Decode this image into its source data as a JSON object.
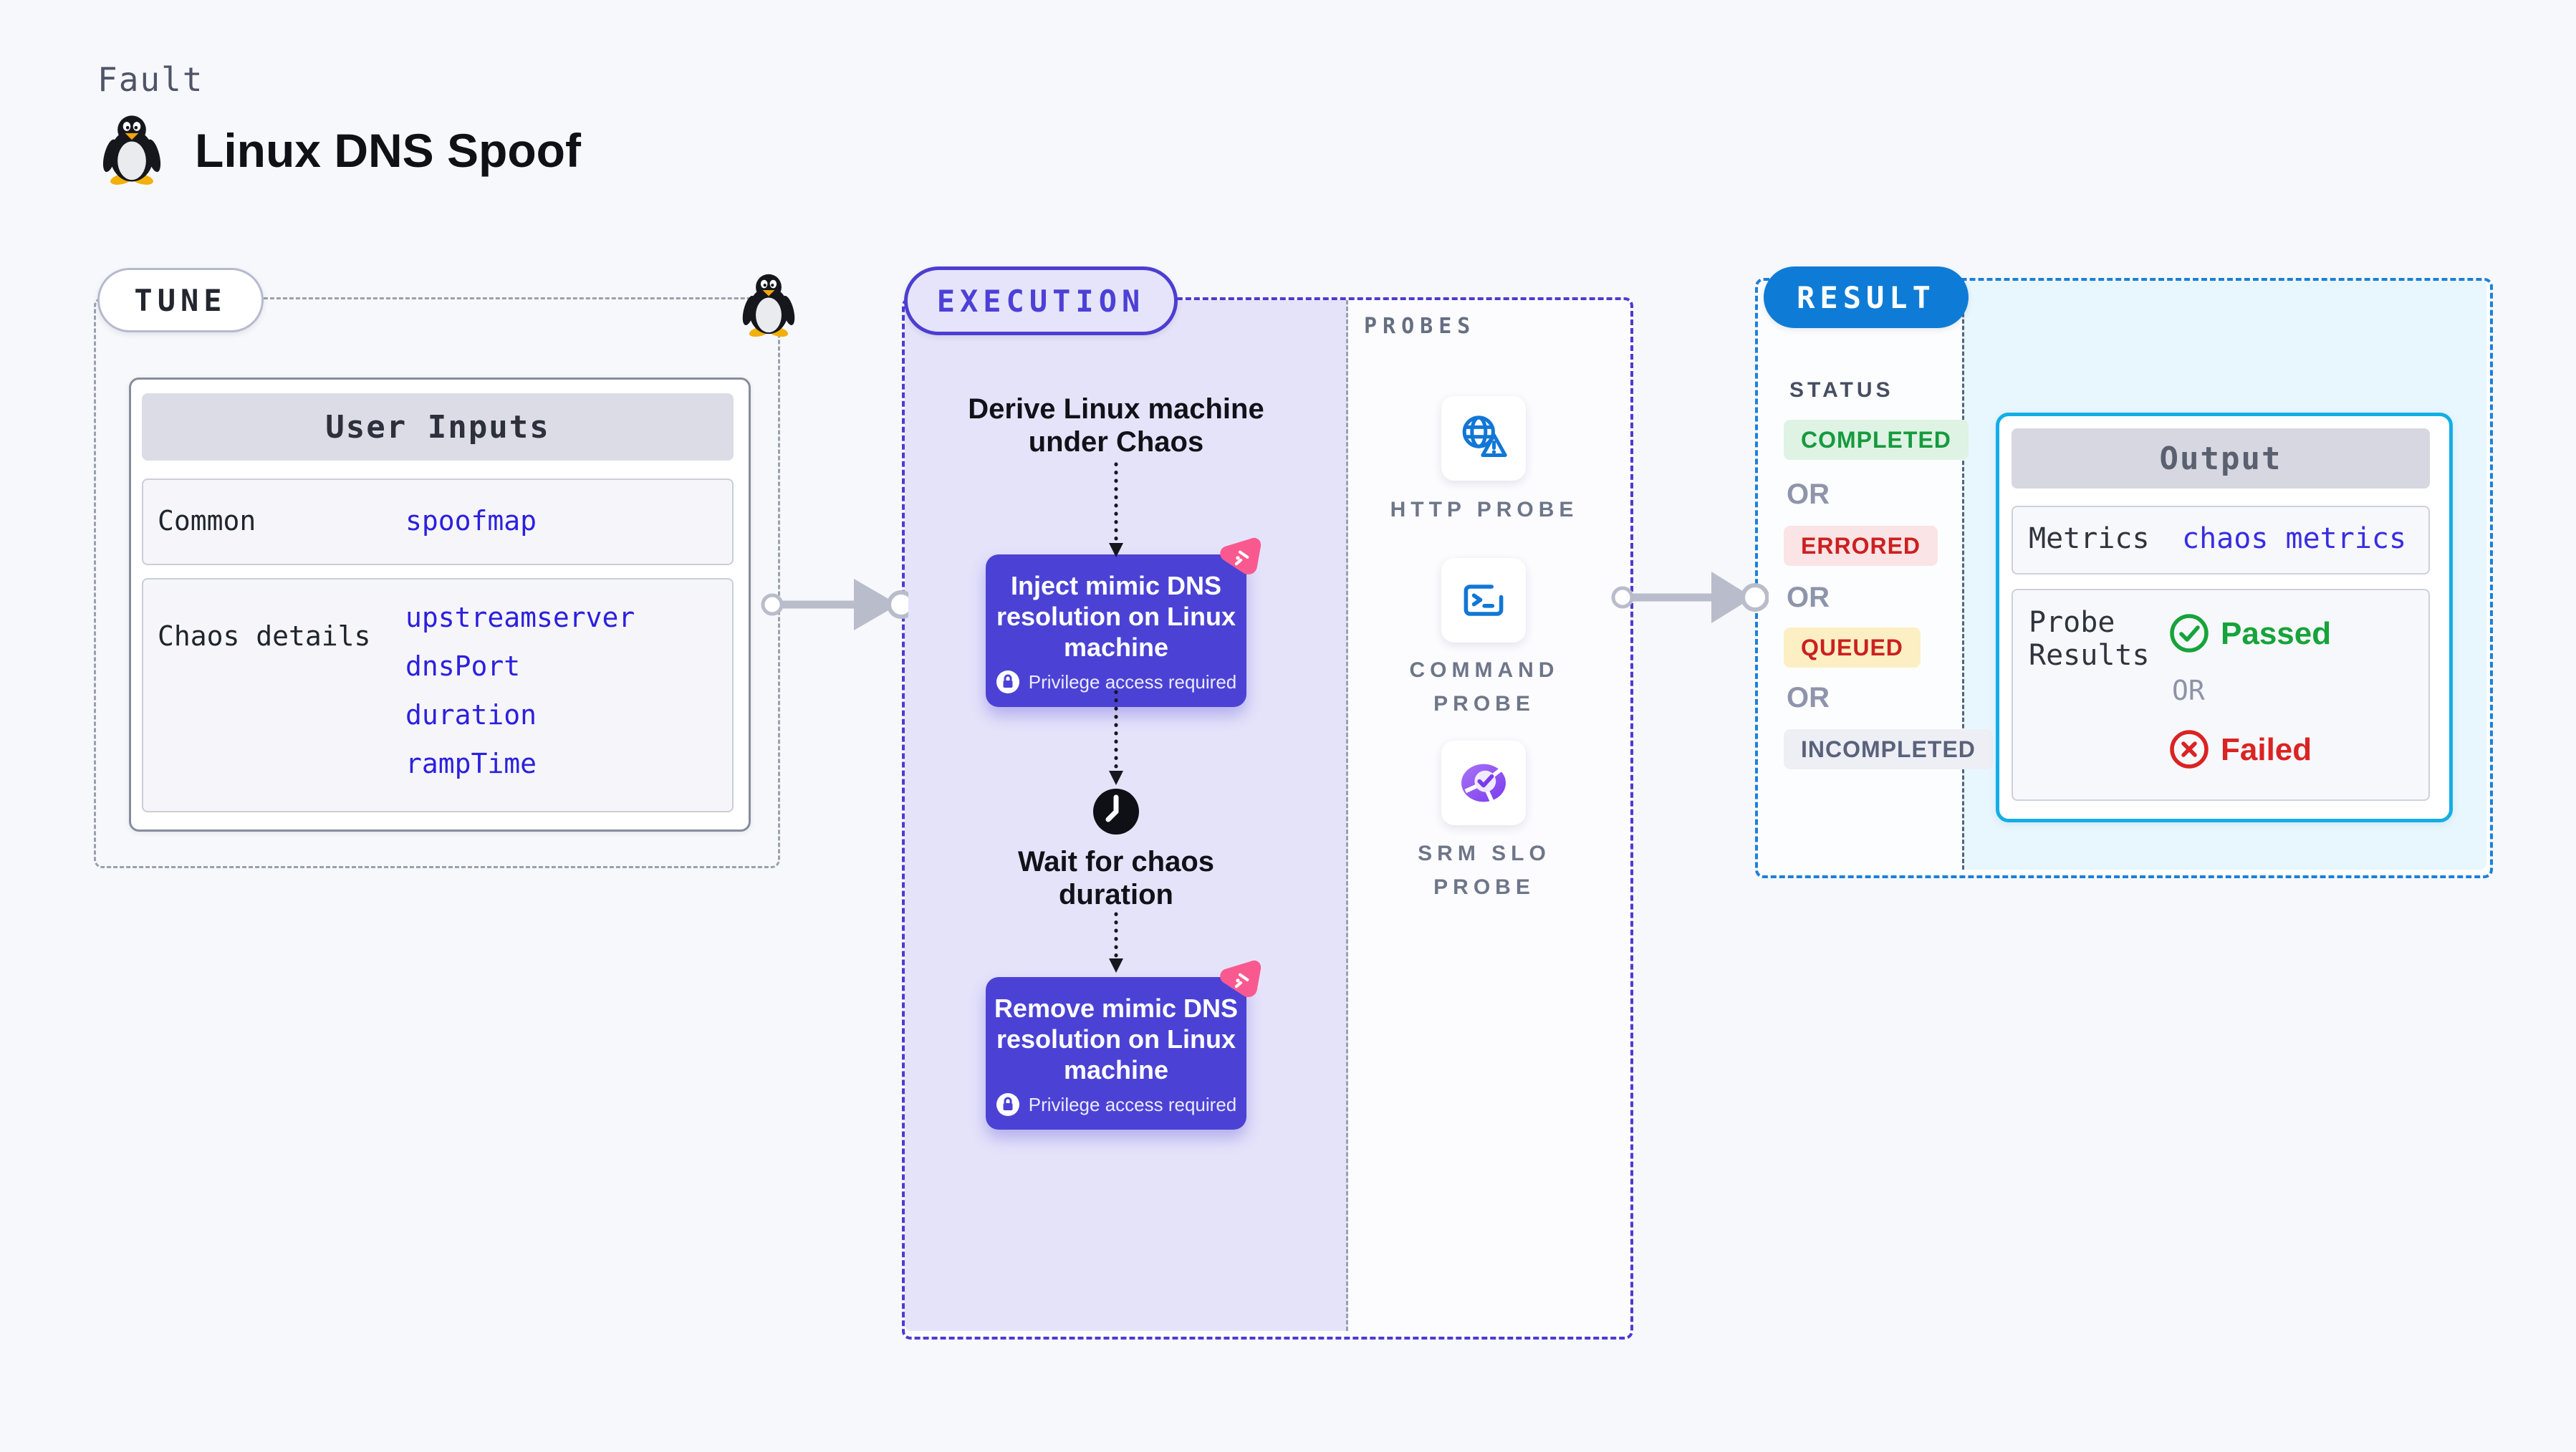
{
  "header": {
    "category": "Fault",
    "title": "Linux DNS Spoof"
  },
  "tune": {
    "label": "TUNE",
    "user_inputs": {
      "title": "User Inputs",
      "rows": [
        {
          "label": "Common",
          "values": [
            "spoofmap"
          ]
        },
        {
          "label": "Chaos details",
          "values": [
            "upstreamserver",
            "dnsPort",
            "duration",
            "rampTime"
          ]
        }
      ]
    }
  },
  "execution": {
    "label": "EXECUTION",
    "flow": {
      "derive_lines": [
        "Derive Linux machine",
        "under Chaos"
      ],
      "inject_lines": [
        "Inject mimic DNS",
        "resolution on Linux",
        "machine"
      ],
      "privilege_note": "Privilege access required",
      "wait_lines": [
        "Wait for chaos",
        "duration"
      ],
      "remove_lines": [
        "Remove mimic DNS",
        "resolution on Linux",
        "machine"
      ]
    },
    "probes": {
      "label": "PROBES",
      "items": [
        {
          "label": "HTTP PROBE",
          "icon": "globe-alert-icon"
        },
        {
          "label": "COMMAND PROBE",
          "icon": "terminal-icon"
        },
        {
          "label": "SRM SLO PROBE",
          "icon": "slo-donut-icon"
        }
      ]
    }
  },
  "result": {
    "label": "RESULT",
    "status": {
      "label": "STATUS",
      "separator": "OR",
      "badges": [
        {
          "label": "COMPLETED",
          "fg": "#169a3e",
          "bg": "#def3e3"
        },
        {
          "label": "ERRORED",
          "fg": "#cc2020",
          "bg": "#fbe4e5"
        },
        {
          "label": "QUEUED",
          "fg": "#cc2020",
          "bg": "#fcefc4"
        },
        {
          "label": "INCOMPLETED",
          "fg": "#59617b",
          "bg": "#edeff5"
        }
      ]
    },
    "output": {
      "title": "Output",
      "metrics_label": "Metrics",
      "metrics_value": "chaos metrics",
      "probe_results_label": "Probe Results",
      "passed": "Passed",
      "separator": "OR",
      "failed": "Failed"
    }
  },
  "colors": {
    "page_bg": "#f7f8fb",
    "indigo_node": "#4b42d5",
    "execution_accent": "#4c3ed2",
    "execution_bg": "#e5e3fa",
    "result_accent": "#0e7cd6",
    "result_panel_bg": "#e8f6fd",
    "output_border": "#14aee6",
    "value_text": "#2c20df",
    "probe_icon_blue": "#1177d6",
    "srm_purple": "#7a3bee",
    "chaos_pink": "#f9598f",
    "arrow_gray": "#b9bcca"
  }
}
